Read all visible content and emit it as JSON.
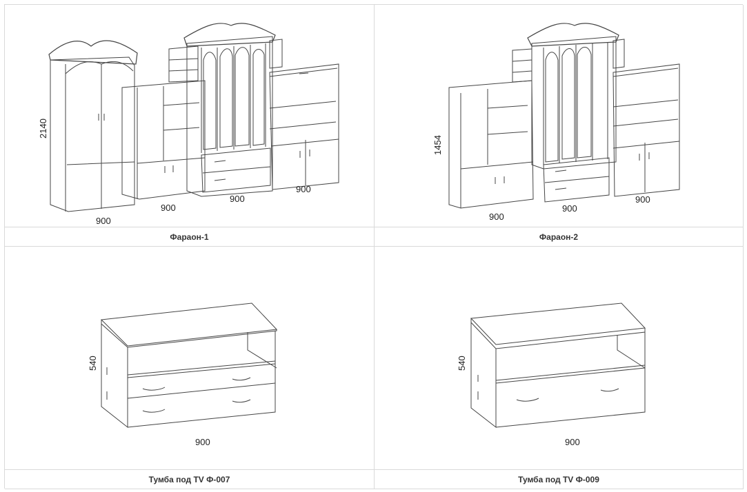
{
  "products": [
    {
      "name": "Фараон-1",
      "dims": {
        "height": "2140",
        "w1": "900",
        "w2": "900",
        "w3": "900",
        "w4": "900"
      }
    },
    {
      "name": "Фараон-2",
      "dims": {
        "height": "1454",
        "w1": "900",
        "w2": "900",
        "w3": "900"
      }
    },
    {
      "name": "Тумба под TV Ф-007",
      "dims": {
        "height": "540",
        "width": "900"
      }
    },
    {
      "name": "Тумба под TV Ф-009",
      "dims": {
        "height": "540",
        "width": "900"
      }
    }
  ]
}
